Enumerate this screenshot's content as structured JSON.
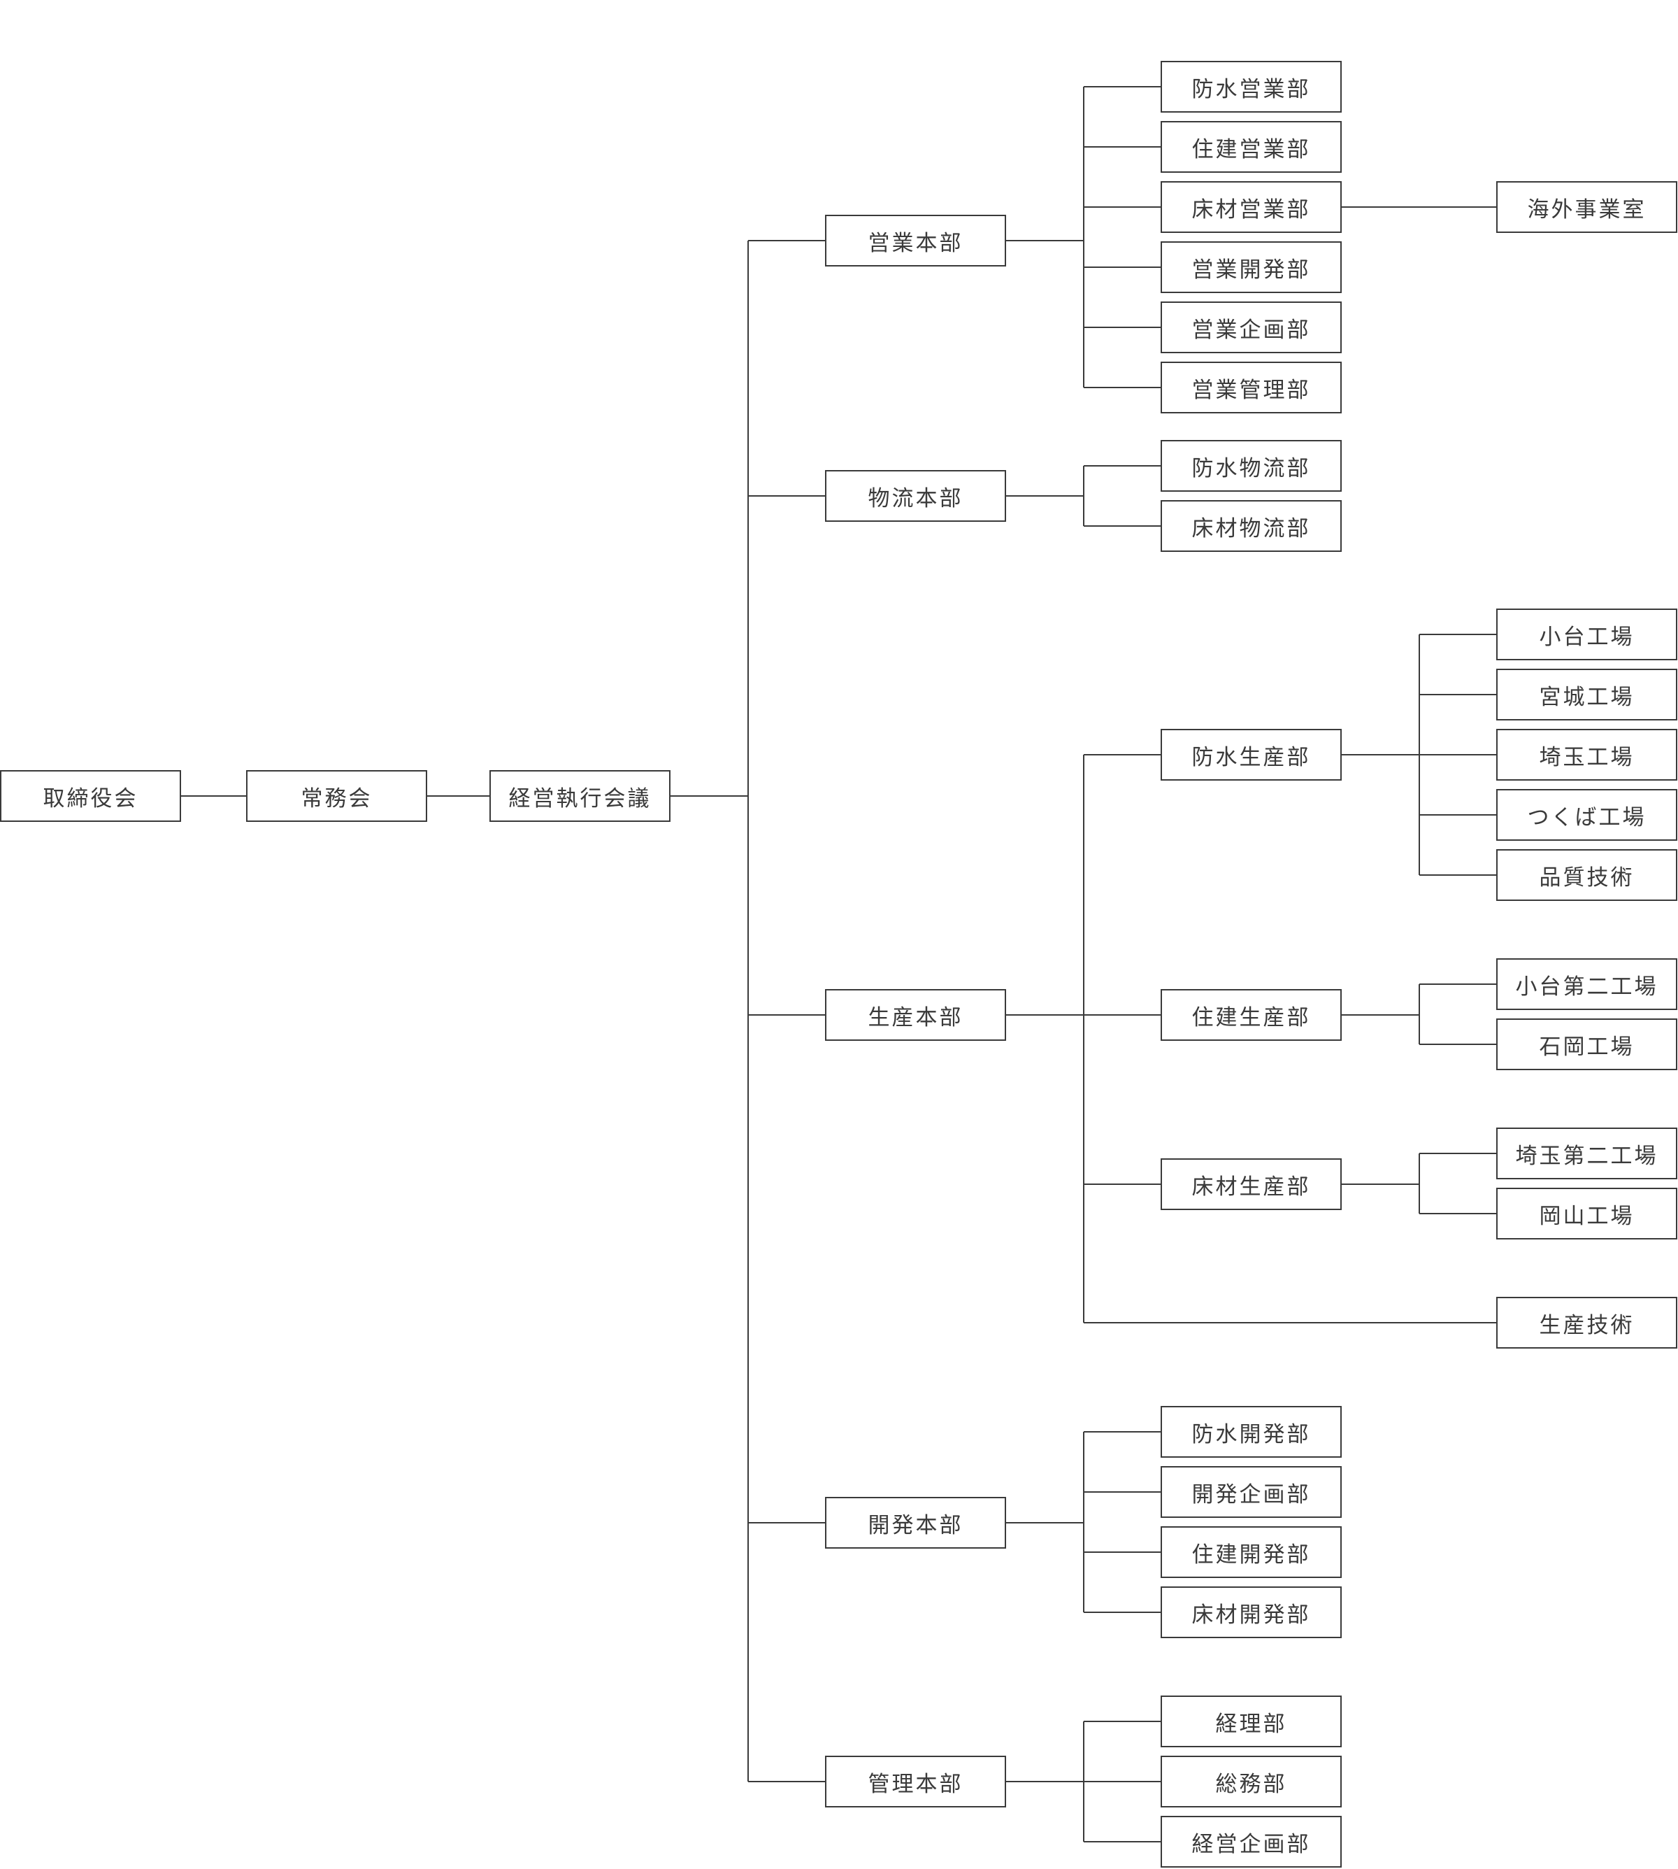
{
  "org_chart": {
    "board": "取締役会",
    "standing_committee": "常務会",
    "executive_council": "経営執行会議",
    "sales_hq": {
      "label": "営業本部",
      "depts": [
        "防水営業部",
        "住建営業部",
        "床材営業部",
        "営業開発部",
        "営業企画部",
        "営業管理部"
      ],
      "overseas_office": "海外事業室"
    },
    "logistics_hq": {
      "label": "物流本部",
      "depts": [
        "防水物流部",
        "床材物流部"
      ]
    },
    "production_hq": {
      "label": "生産本部",
      "waterproof_production": {
        "label": "防水生産部",
        "units": [
          "小台工場",
          "宮城工場",
          "埼玉工場",
          "つくば工場",
          "品質技術"
        ]
      },
      "housing_production": {
        "label": "住建生産部",
        "units": [
          "小台第二工場",
          "石岡工場"
        ]
      },
      "flooring_production": {
        "label": "床材生産部",
        "units": [
          "埼玉第二工場",
          "岡山工場"
        ]
      },
      "production_technology": "生産技術"
    },
    "development_hq": {
      "label": "開発本部",
      "depts": [
        "防水開発部",
        "開発企画部",
        "住建開発部",
        "床材開発部"
      ]
    },
    "administration_hq": {
      "label": "管理本部",
      "depts": [
        "経理部",
        "総務部",
        "経営企画部"
      ]
    }
  }
}
